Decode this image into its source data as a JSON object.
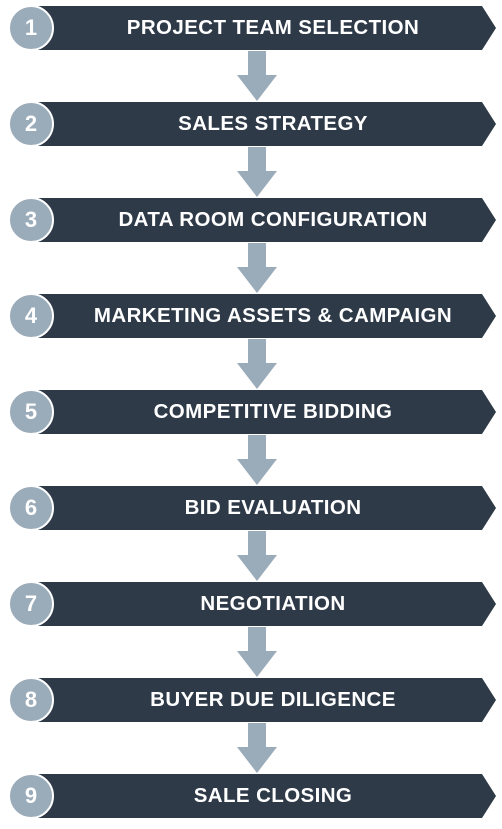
{
  "colors": {
    "banner": "#2e3a48",
    "badge": "#9aabba",
    "arrow": "#9aabba",
    "text": "#ffffff"
  },
  "steps": [
    {
      "number": "1",
      "label": "PROJECT TEAM SELECTION"
    },
    {
      "number": "2",
      "label": "SALES STRATEGY"
    },
    {
      "number": "3",
      "label": "DATA ROOM CONFIGURATION"
    },
    {
      "number": "4",
      "label": "MARKETING ASSETS & CAMPAIGN"
    },
    {
      "number": "5",
      "label": "COMPETITIVE BIDDING"
    },
    {
      "number": "6",
      "label": "BID EVALUATION"
    },
    {
      "number": "7",
      "label": "NEGOTIATION"
    },
    {
      "number": "8",
      "label": "BUYER DUE DILIGENCE"
    },
    {
      "number": "9",
      "label": "SALE CLOSING"
    }
  ]
}
